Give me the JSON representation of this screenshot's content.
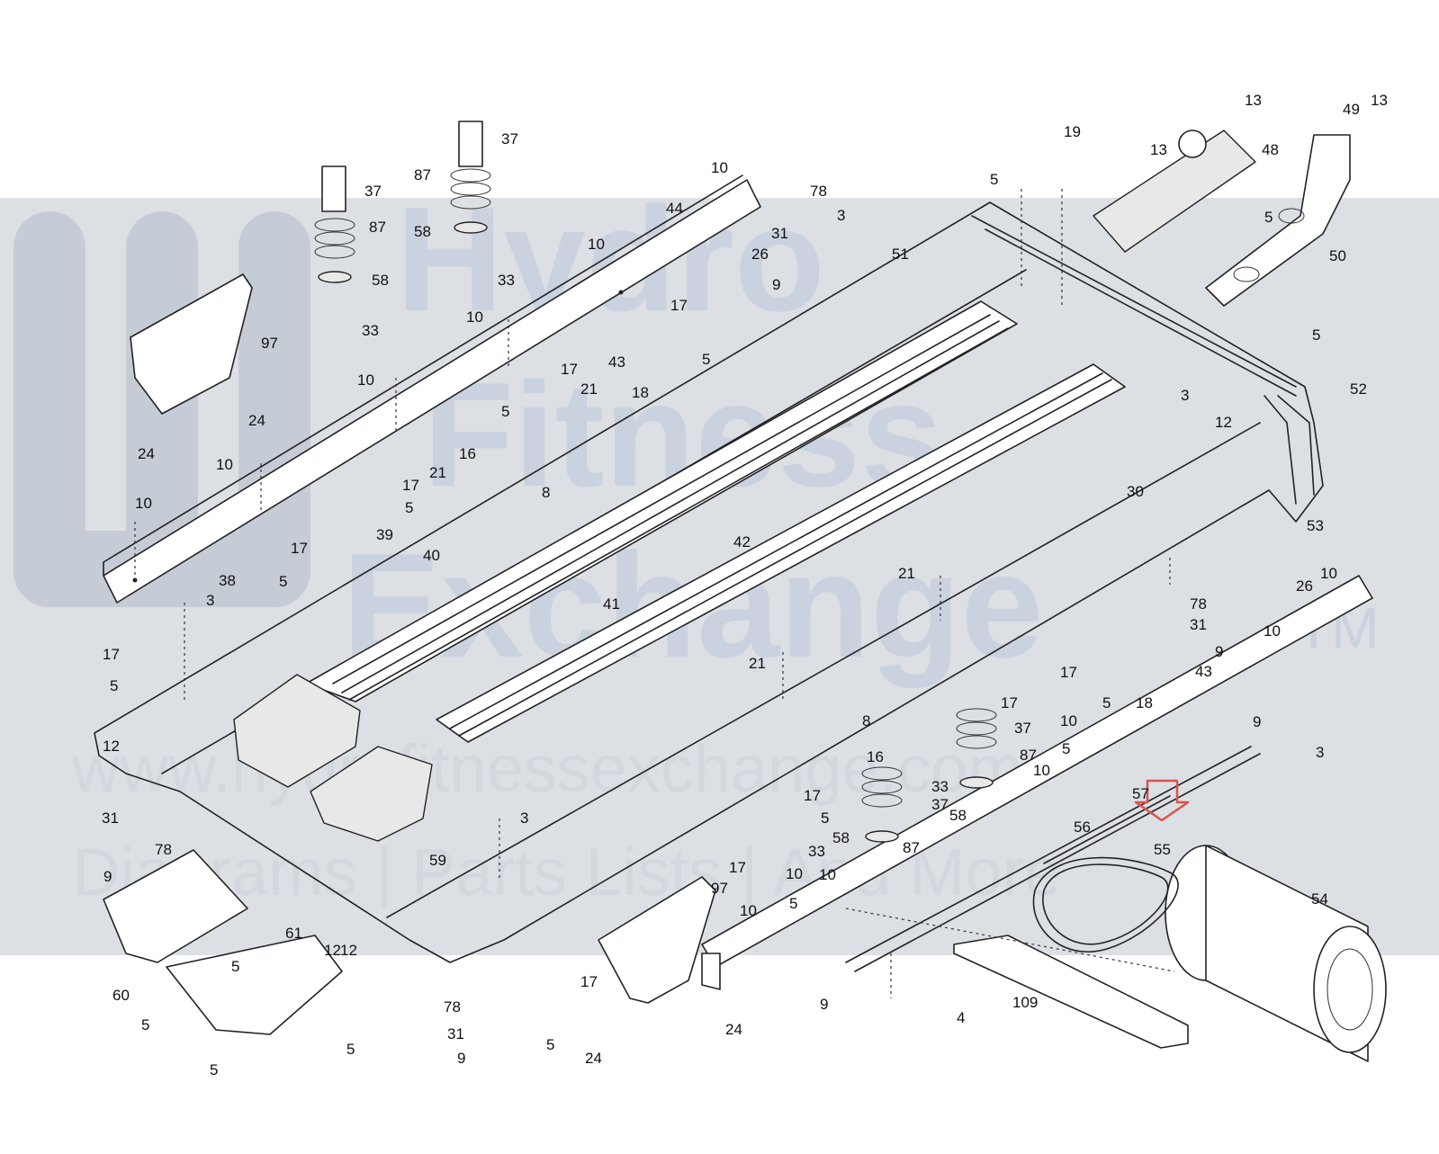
{
  "watermark": {
    "brand_line1": "Hydro",
    "brand_line2": "Fitness",
    "brand_line3": "Exchange",
    "tm": "TM",
    "website": "www.hydrafitnessexchange.com",
    "tagline": "Diagrams | Parts Lists | And More"
  },
  "colors": {
    "band": "#dcdfe4",
    "watermark": "#c6ccd6",
    "highlight_arrow": "#d9534f"
  },
  "callouts": [
    {
      "id": "37a",
      "text": "37"
    },
    {
      "id": "37b",
      "text": "37"
    },
    {
      "id": "87a",
      "text": "87"
    },
    {
      "id": "87b",
      "text": "87"
    },
    {
      "id": "58a",
      "text": "58"
    },
    {
      "id": "58b",
      "text": "58"
    },
    {
      "id": "33a",
      "text": "33"
    },
    {
      "id": "33b",
      "text": "33"
    },
    {
      "id": "97a",
      "text": "97"
    },
    {
      "id": "24a",
      "text": "24"
    },
    {
      "id": "24b",
      "text": "24"
    },
    {
      "id": "10a",
      "text": "10"
    },
    {
      "id": "44",
      "text": "44"
    },
    {
      "id": "10b",
      "text": "10"
    },
    {
      "id": "10c",
      "text": "10"
    },
    {
      "id": "10d",
      "text": "10"
    },
    {
      "id": "10e",
      "text": "10"
    },
    {
      "id": "10f",
      "text": "10"
    },
    {
      "id": "78a",
      "text": "78"
    },
    {
      "id": "3a",
      "text": "3"
    },
    {
      "id": "31a",
      "text": "31"
    },
    {
      "id": "26a",
      "text": "26"
    },
    {
      "id": "9a",
      "text": "9"
    },
    {
      "id": "51",
      "text": "51"
    },
    {
      "id": "17a",
      "text": "17"
    },
    {
      "id": "5a",
      "text": "5"
    },
    {
      "id": "43a",
      "text": "43"
    },
    {
      "id": "18a",
      "text": "18"
    },
    {
      "id": "17b",
      "text": "17"
    },
    {
      "id": "21a",
      "text": "21"
    },
    {
      "id": "5b",
      "text": "5"
    },
    {
      "id": "16a",
      "text": "16"
    },
    {
      "id": "21b",
      "text": "21"
    },
    {
      "id": "17c",
      "text": "17"
    },
    {
      "id": "5c",
      "text": "5"
    },
    {
      "id": "8a",
      "text": "8"
    },
    {
      "id": "17d",
      "text": "17"
    },
    {
      "id": "5d",
      "text": "5"
    },
    {
      "id": "39",
      "text": "39"
    },
    {
      "id": "40",
      "text": "40"
    },
    {
      "id": "41",
      "text": "41"
    },
    {
      "id": "42",
      "text": "42"
    },
    {
      "id": "38",
      "text": "38"
    },
    {
      "id": "3b",
      "text": "3"
    },
    {
      "id": "17e",
      "text": "17"
    },
    {
      "id": "5e",
      "text": "5"
    },
    {
      "id": "12a",
      "text": "12"
    },
    {
      "id": "19",
      "text": "19"
    },
    {
      "id": "13a",
      "text": "13"
    },
    {
      "id": "13b",
      "text": "13"
    },
    {
      "id": "13c",
      "text": "13"
    },
    {
      "id": "48",
      "text": "48"
    },
    {
      "id": "49",
      "text": "49"
    },
    {
      "id": "5f",
      "text": "5"
    },
    {
      "id": "5g",
      "text": "5"
    },
    {
      "id": "50",
      "text": "50"
    },
    {
      "id": "5h",
      "text": "5"
    },
    {
      "id": "52",
      "text": "52"
    },
    {
      "id": "3c",
      "text": "3"
    },
    {
      "id": "12b",
      "text": "12"
    },
    {
      "id": "30",
      "text": "30"
    },
    {
      "id": "53",
      "text": "53"
    },
    {
      "id": "26b",
      "text": "26"
    },
    {
      "id": "10g",
      "text": "10"
    },
    {
      "id": "78b",
      "text": "78"
    },
    {
      "id": "31b",
      "text": "31"
    },
    {
      "id": "9b",
      "text": "9"
    },
    {
      "id": "10h",
      "text": "10"
    },
    {
      "id": "43b",
      "text": "43"
    },
    {
      "id": "17f",
      "text": "17"
    },
    {
      "id": "5i",
      "text": "5"
    },
    {
      "id": "18b",
      "text": "18"
    },
    {
      "id": "21c",
      "text": "21"
    },
    {
      "id": "21d",
      "text": "21"
    },
    {
      "id": "17g",
      "text": "17"
    },
    {
      "id": "5j",
      "text": "5"
    },
    {
      "id": "10i",
      "text": "10"
    },
    {
      "id": "37c",
      "text": "37"
    },
    {
      "id": "87c",
      "text": "87"
    },
    {
      "id": "10j",
      "text": "10"
    },
    {
      "id": "58c",
      "text": "58"
    },
    {
      "id": "33c",
      "text": "33"
    },
    {
      "id": "8b",
      "text": "8"
    },
    {
      "id": "16b",
      "text": "16"
    },
    {
      "id": "17h",
      "text": "17"
    },
    {
      "id": "5k",
      "text": "5"
    },
    {
      "id": "37d",
      "text": "37"
    },
    {
      "id": "58d",
      "text": "58"
    },
    {
      "id": "87d",
      "text": "87"
    },
    {
      "id": "33d",
      "text": "33"
    },
    {
      "id": "17i",
      "text": "17"
    },
    {
      "id": "5l",
      "text": "5"
    },
    {
      "id": "10k",
      "text": "10"
    },
    {
      "id": "9c",
      "text": "9"
    },
    {
      "id": "3d",
      "text": "3"
    },
    {
      "id": "57",
      "text": "57"
    },
    {
      "id": "56",
      "text": "56"
    },
    {
      "id": "55",
      "text": "55"
    },
    {
      "id": "54",
      "text": "54"
    },
    {
      "id": "3e",
      "text": "3"
    },
    {
      "id": "59",
      "text": "59"
    },
    {
      "id": "97b",
      "text": "97"
    },
    {
      "id": "10l",
      "text": "10"
    },
    {
      "id": "31c",
      "text": "31"
    },
    {
      "id": "78c",
      "text": "78"
    },
    {
      "id": "9d",
      "text": "9"
    },
    {
      "id": "12c",
      "text": "12"
    },
    {
      "id": "10m",
      "text": "10"
    },
    {
      "id": "60",
      "text": "60"
    },
    {
      "id": "5m",
      "text": "5"
    },
    {
      "id": "61",
      "text": "61"
    },
    {
      "id": "5n",
      "text": "5"
    },
    {
      "id": "5o",
      "text": "5"
    },
    {
      "id": "5p",
      "text": "5"
    },
    {
      "id": "12d",
      "text": "12"
    },
    {
      "id": "17j",
      "text": "17"
    },
    {
      "id": "78d",
      "text": "78"
    },
    {
      "id": "31d",
      "text": "31"
    },
    {
      "id": "9e",
      "text": "9"
    },
    {
      "id": "24c",
      "text": "24"
    },
    {
      "id": "5q",
      "text": "5"
    },
    {
      "id": "24d",
      "text": "24"
    },
    {
      "id": "9f",
      "text": "9"
    },
    {
      "id": "4",
      "text": "4"
    },
    {
      "id": "109",
      "text": "109"
    }
  ]
}
